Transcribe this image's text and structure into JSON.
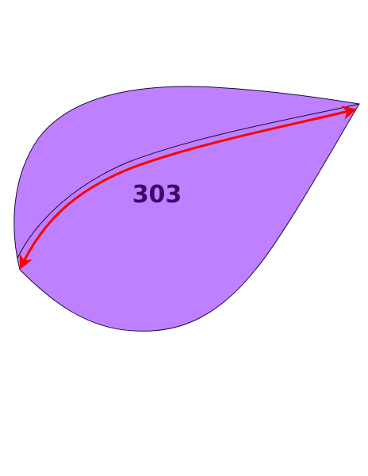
{
  "diagram": {
    "measurement_label": "303",
    "colors": {
      "shape_fill": "#bf80ff",
      "shape_outline": "#1a0a40",
      "arrow": "#ff0000",
      "label": "#3d0a6b",
      "background": "#ffffff"
    },
    "arrow_heads": [
      "start",
      "end"
    ]
  }
}
